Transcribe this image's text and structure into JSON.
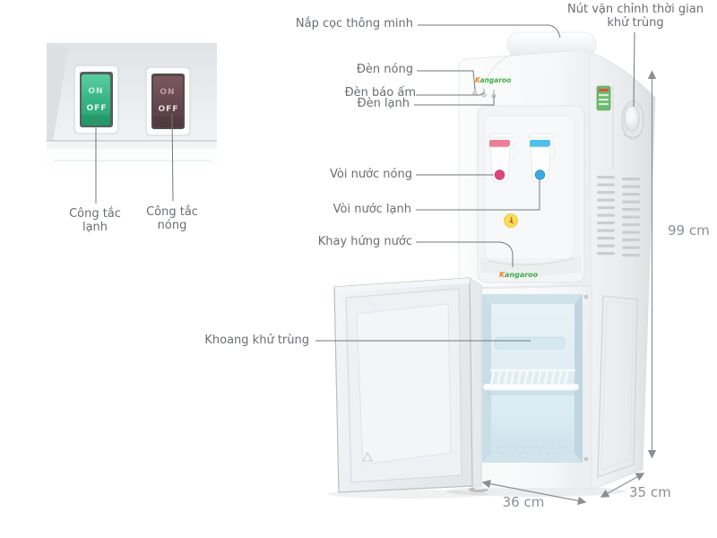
{
  "brand": {
    "initial": "K",
    "rest": "angaroo"
  },
  "inset": {
    "cold_switch": {
      "on": "ON",
      "off": "OFF",
      "label": "Công tắc lạnh",
      "color": "#3fbd8c"
    },
    "hot_switch": {
      "on": "ON",
      "off": "OFF",
      "label": "Công tắc nóng",
      "color": "#6a474e"
    }
  },
  "callouts": {
    "smart_cap": "Nắp cọc thông minh",
    "sterilize_knob": "Nút vặn chỉnh thời gian khử trùng",
    "hot_light": "Đèn nóng",
    "warm_light": "Đèn báo ấm",
    "cold_light": "Đèn lạnh",
    "hot_tap": "Vòi nước nóng",
    "cold_tap": "Vòi nước lạnh",
    "drip_tray": "Khay hứng nước",
    "sterilize_chamber": "Khoang khử trùng"
  },
  "dimensions": {
    "height": "99 cm",
    "width": "36 cm",
    "depth": "35 cm"
  },
  "colors": {
    "hot_accent": "#e0447a",
    "cold_accent": "#3ba8e0",
    "warning_sticker": "#f3df52",
    "brand_green": "#3fae4a",
    "brand_orange": "#f58220",
    "label_text": "#6a6e72",
    "dimension_text": "#8b8f93"
  }
}
